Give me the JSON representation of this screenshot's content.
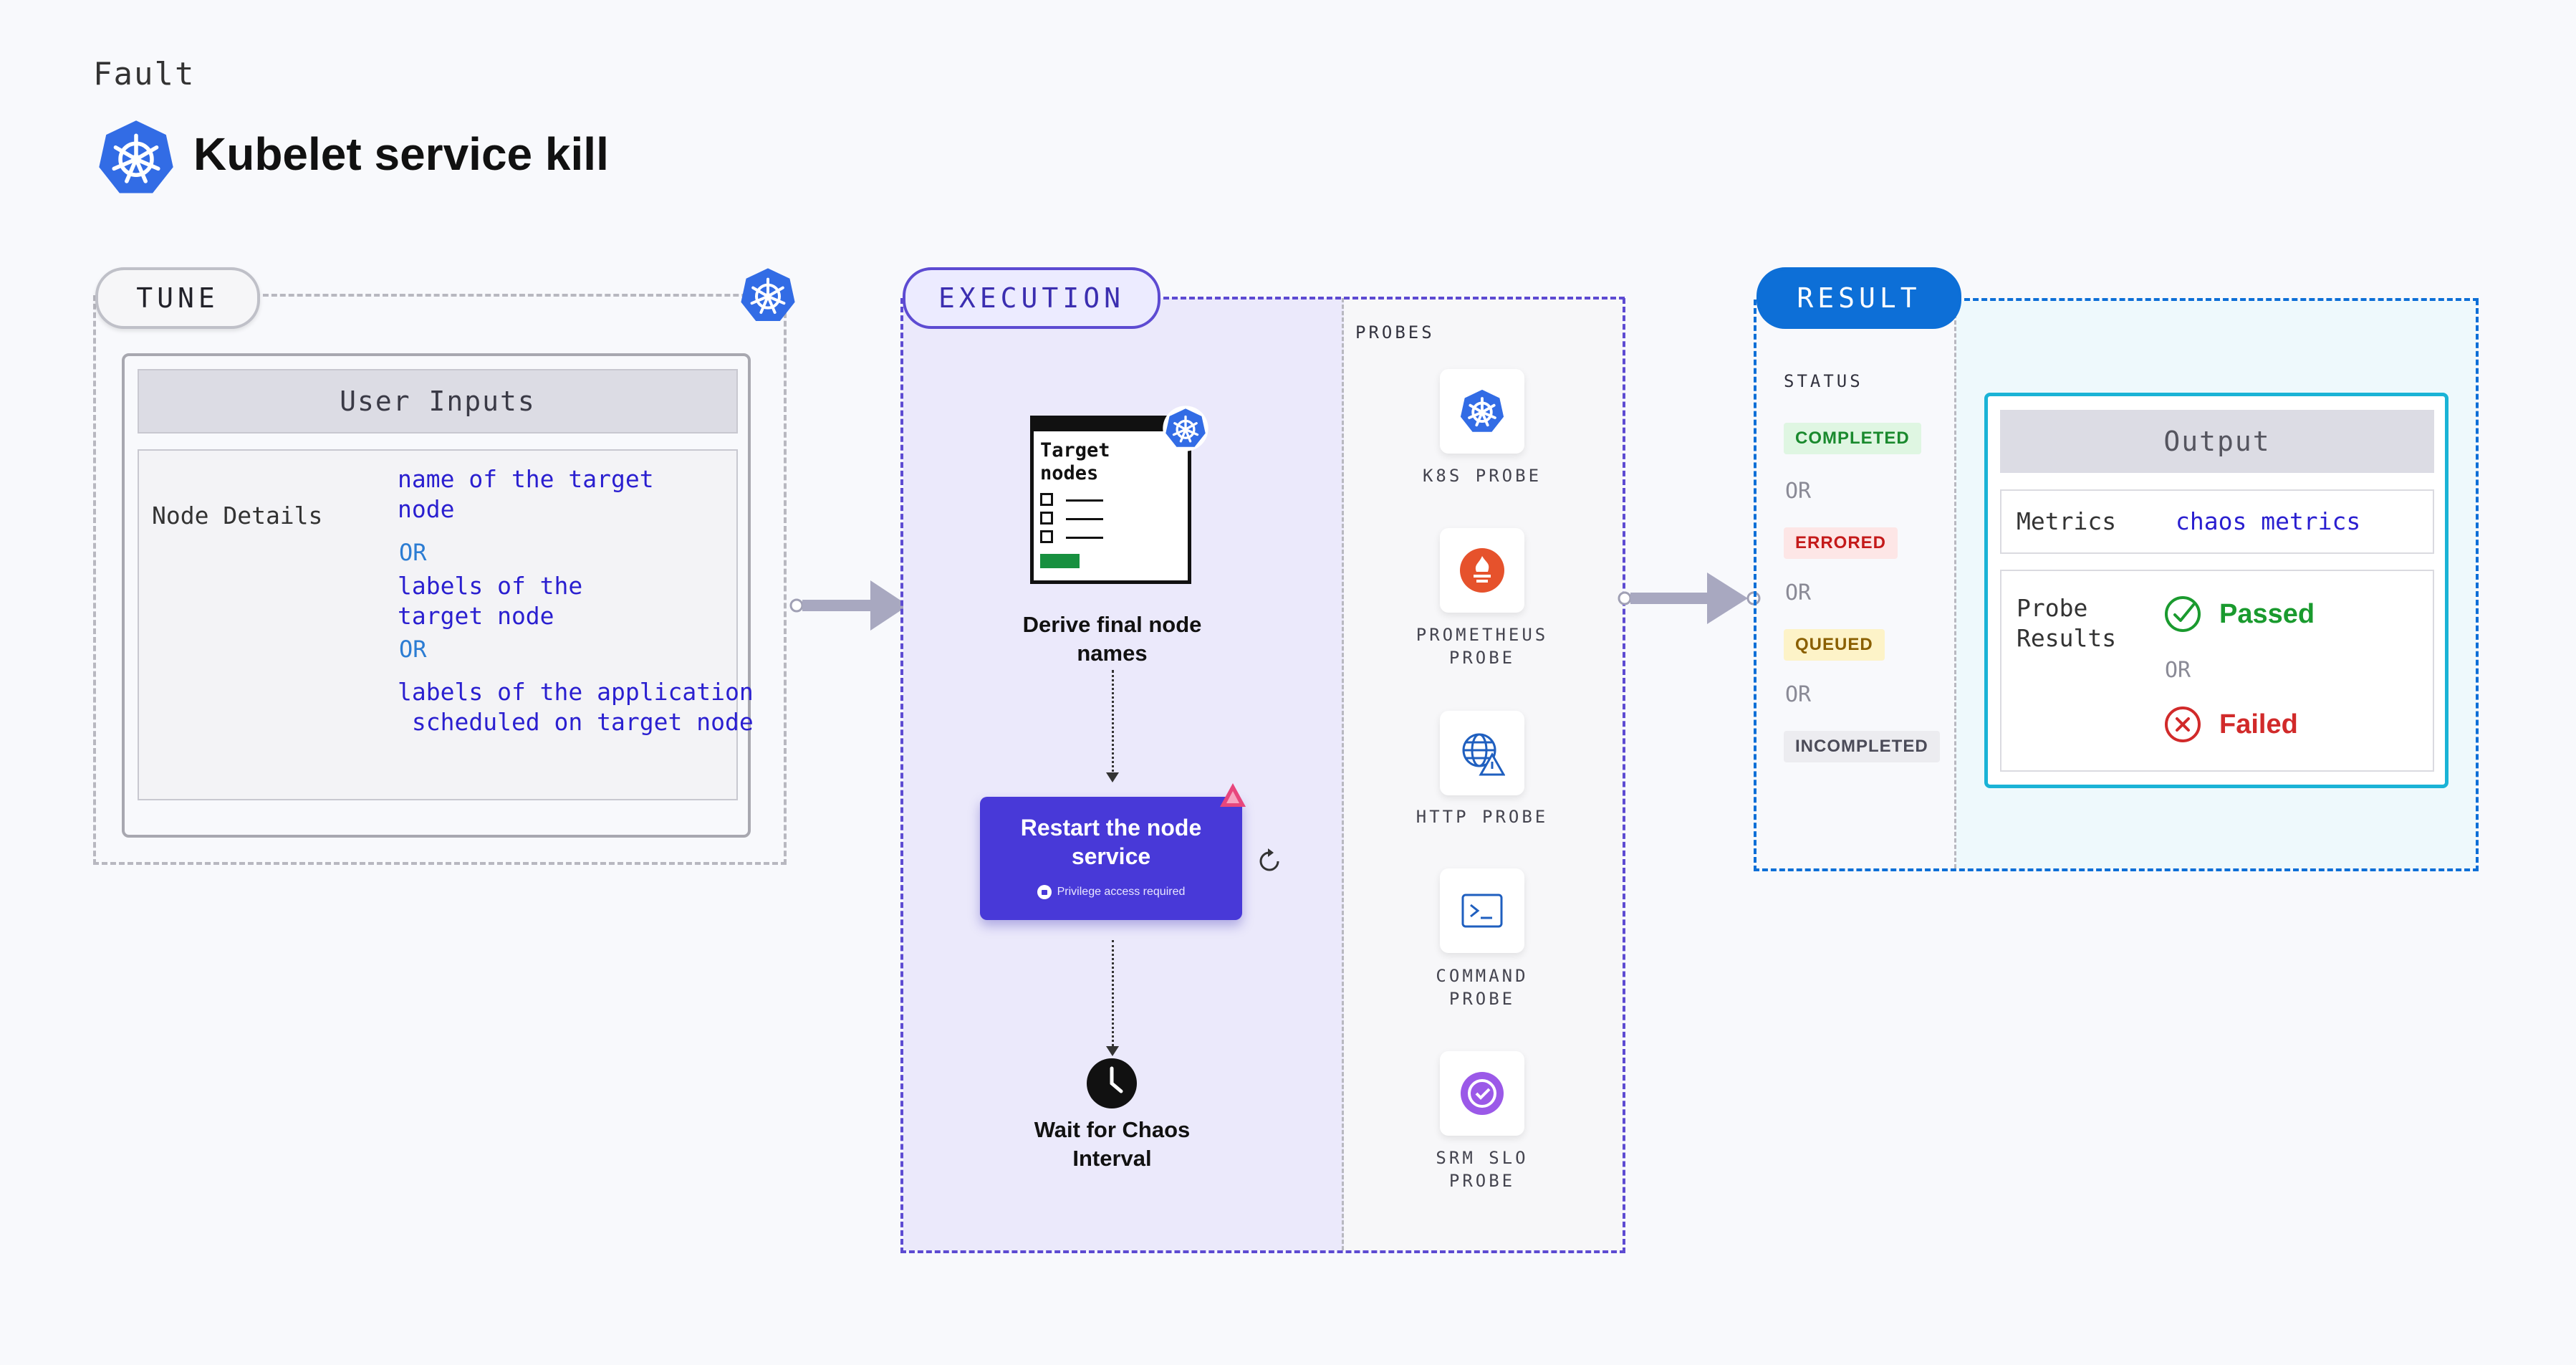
{
  "header": {
    "eyebrow": "Fault",
    "title": "Kubelet service kill",
    "logo_icon": "kubernetes-icon"
  },
  "tune": {
    "pill_label": "TUNE",
    "card_title": "User Inputs",
    "field_label": "Node Details",
    "options": [
      "name of the target node",
      "labels of the target node",
      "labels of the application scheduled on target node"
    ],
    "option_lines": [
      [
        "name of the target",
        "node"
      ],
      [
        "labels of the",
        "target node"
      ],
      [
        "labels of the application",
        " scheduled on target node"
      ]
    ],
    "or_label": "OR"
  },
  "execution": {
    "pill_label": "EXECUTION",
    "target_card": {
      "title_line1": "Target",
      "title_line2": "nodes"
    },
    "steps": {
      "derive": "Derive final node names",
      "derive_lines": [
        "Derive final node",
        "names"
      ],
      "restart_lines": [
        "Restart the node",
        "service"
      ],
      "restart_note": "Privilege access required",
      "wait_lines": [
        "Wait for Chaos",
        "Interval"
      ]
    },
    "probes_label": "PROBES",
    "probes": [
      {
        "name": "K8S PROBE",
        "lines": [
          "K8S PROBE"
        ],
        "icon": "kubernetes-icon"
      },
      {
        "name": "PROMETHEUS PROBE",
        "lines": [
          "PROMETHEUS",
          "PROBE"
        ],
        "icon": "prometheus-icon"
      },
      {
        "name": "HTTP PROBE",
        "lines": [
          "HTTP PROBE"
        ],
        "icon": "globe-warning-icon"
      },
      {
        "name": "COMMAND PROBE",
        "lines": [
          "COMMAND",
          "PROBE"
        ],
        "icon": "terminal-icon"
      },
      {
        "name": "SRM SLO PROBE",
        "lines": [
          "SRM SLO",
          "PROBE"
        ],
        "icon": "srm-slo-icon"
      }
    ]
  },
  "result": {
    "pill_label": "RESULT",
    "status_label": "STATUS",
    "statuses": [
      {
        "label": "COMPLETED",
        "color": "#1a8a2e"
      },
      {
        "label": "ERRORED",
        "color": "#c41a1a"
      },
      {
        "label": "QUEUED",
        "color": "#8a5f00"
      },
      {
        "label": "INCOMPLETED",
        "color": "#4b4b58"
      }
    ],
    "or_label": "OR",
    "output": {
      "title": "Output",
      "metrics_label": "Metrics",
      "metrics_value": "chaos metrics",
      "probe_results_lines": [
        "Probe",
        "Results"
      ],
      "passed": "Passed",
      "failed": "Failed"
    }
  },
  "colors": {
    "execution_accent": "#5d4bd2",
    "result_accent": "#0d6fd7",
    "restart_box": "#4839d8",
    "kubernetes_blue": "#326ce5",
    "passed": "#1a9a2e",
    "failed": "#d12a2a"
  }
}
